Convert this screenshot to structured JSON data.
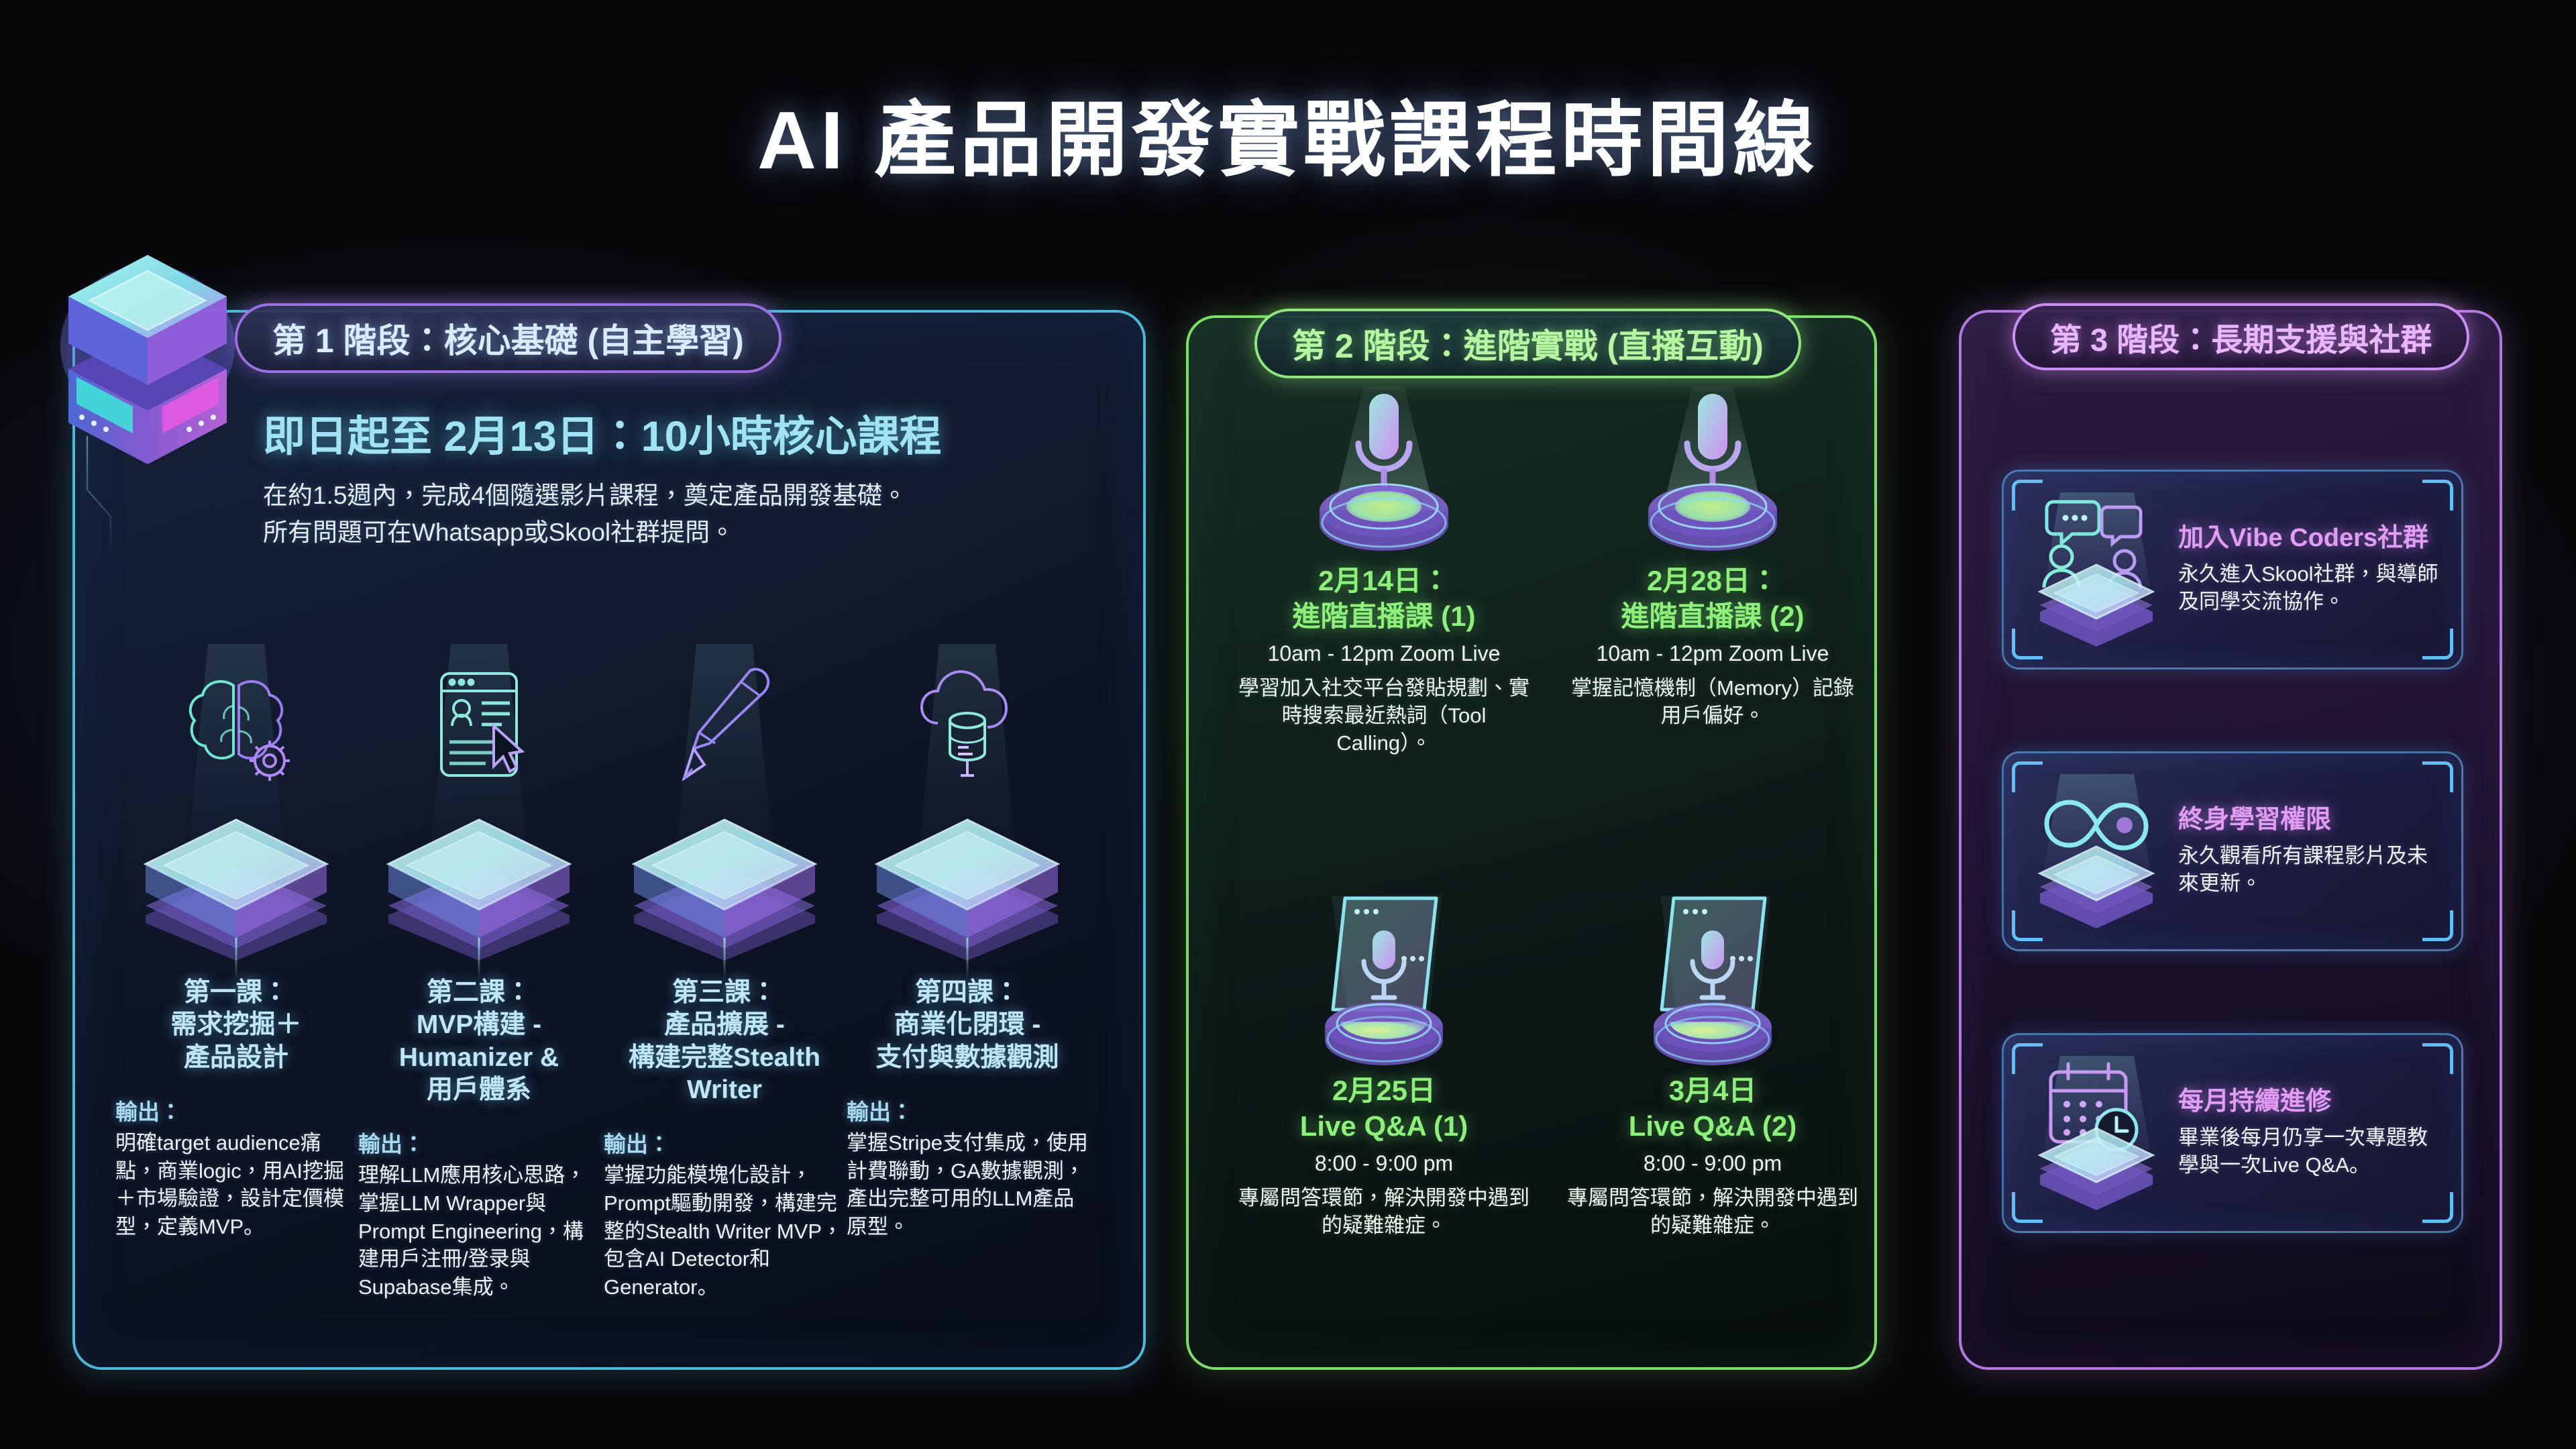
{
  "title": "AI 產品開發實戰課程時間線",
  "phase1": {
    "badge": "第 1 階段：核心基礎 (自主學習)",
    "headline": "即日起至 2月13日：10小時核心課程",
    "sub_line1": "在約1.5週內，完成4個隨選影片課程，奠定產品開發基礎。",
    "sub_line2": "所有問題可在Whatsapp或Skool社群提問。",
    "output_label": "輸出：",
    "accent": "#4fb7d8",
    "lessons": [
      {
        "icon": "brain-gear-icon",
        "title": "第一課：\n需求挖掘＋\n產品設計",
        "output": "明確target audience痛點，商業logic，用AI挖掘＋市場驗證，設計定價模型，定義MVP。"
      },
      {
        "icon": "user-profile-window-cursor-icon",
        "title": "第二課：\nMVP構建 -\nHumanizer &\n用戶體系",
        "output": "理解LLM應用核心思路，掌握LLM Wrapper與Prompt Engineering，構建用戶注冊/登录與Supabase集成。"
      },
      {
        "icon": "pen-icon",
        "title": "第三課：\n產品擴展 -\n構建完整Stealth\nWriter",
        "output": "掌握功能模塊化設計，Prompt驅動開發，構建完整的Stealth Writer MVP，包含AI Detector和Generator。"
      },
      {
        "icon": "cloud-database-icon",
        "title": "第四課：\n商業化閉環 -\n支付與數據觀測",
        "output": "掌握Stripe支付集成，使用計費聯動，GA數據觀測，產出完整可用的LLM產品原型。"
      }
    ]
  },
  "phase2": {
    "badge": "第 2 階段：進階實戰 (直播互動)",
    "accent": "#7ddc6a",
    "sessions": [
      {
        "icon": "microphone-pedestal-icon",
        "date": "2月14日：\n進階直播課 (1)",
        "time": "10am - 12pm Zoom Live",
        "desc": "學習加入社交平台發貼規劃、實時搜索最近熱詞（Tool Calling）。"
      },
      {
        "icon": "microphone-pedestal-icon",
        "date": "2月28日：\n進階直播課 (2)",
        "time": "10am - 12pm Zoom Live",
        "desc": "掌握記憶機制（Memory）記錄用戶偏好。"
      },
      {
        "icon": "microphone-screen-icon",
        "date": "2月25日\nLive Q&A (1)",
        "time": "8:00 - 9:00 pm",
        "desc": "專屬問答環節，解決開發中遇到的疑難雜症。"
      },
      {
        "icon": "microphone-screen-icon",
        "date": "3月4日\nLive Q&A (2)",
        "time": "8:00 - 9:00 pm",
        "desc": "專屬問答環節，解決開發中遇到的疑難雜症。"
      }
    ]
  },
  "phase3": {
    "badge": "第 3 階段：長期支援與社群",
    "accent": "#b079e0",
    "cards": [
      {
        "icon": "community-chat-people-icon",
        "title": "加入Vibe Coders社群",
        "desc": "永久進入Skool社群，與導師及同學交流協作。"
      },
      {
        "icon": "infinity-icon",
        "title": "終身學習權限",
        "desc": "永久觀看所有課程影片及未來更新。"
      },
      {
        "icon": "calendar-clock-icon",
        "title": "每月持續進修",
        "desc": "畢業後每月仍享一次專題教學與一次Live Q&A。"
      }
    ]
  }
}
